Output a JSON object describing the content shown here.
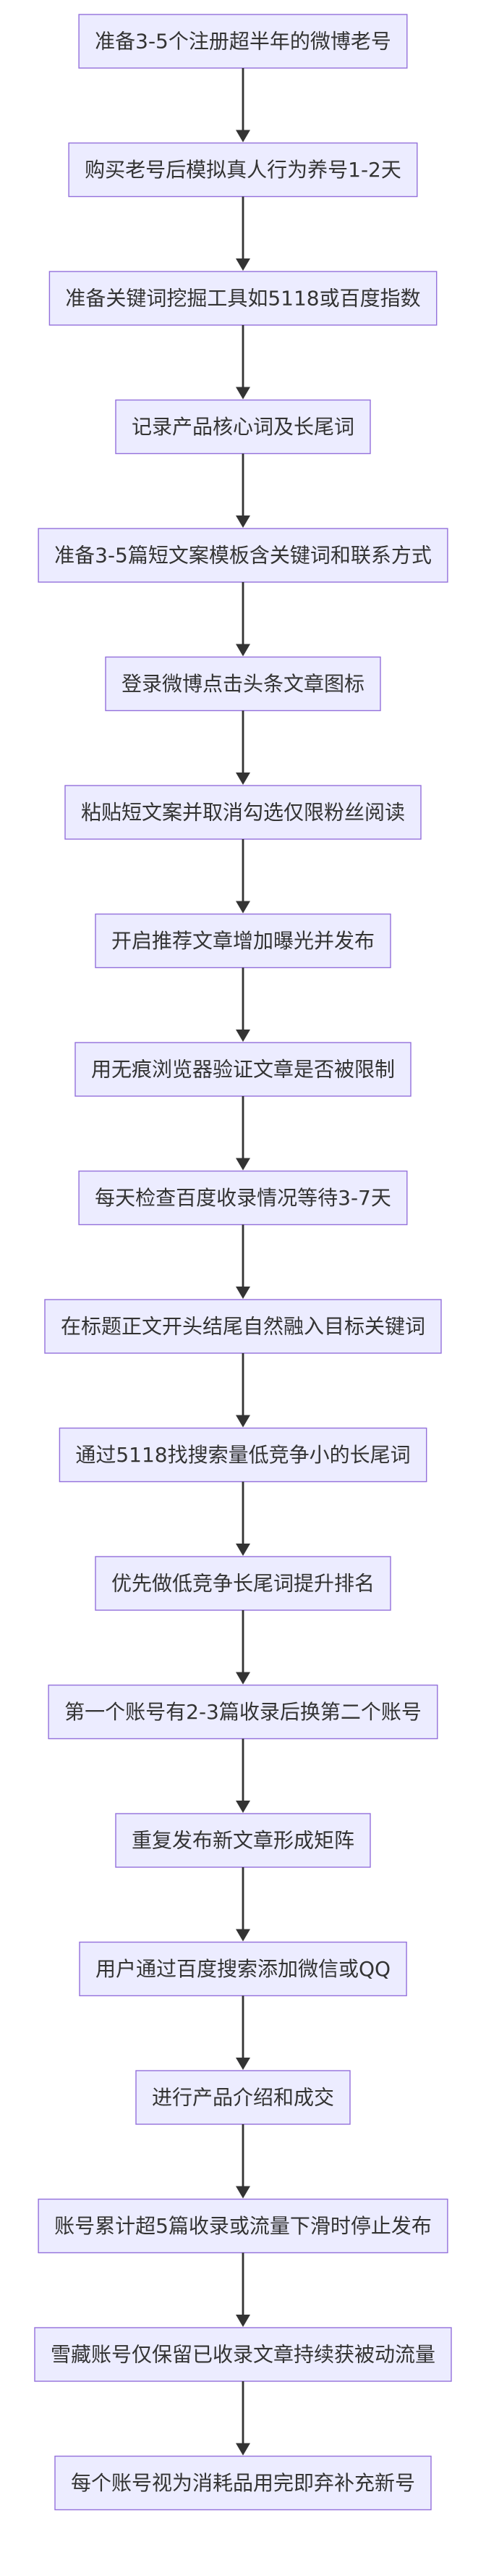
{
  "flowchart": {
    "steps": [
      "准备3-5个注册超半年的微博老号",
      "购买老号后模拟真人行为养号1-2天",
      "准备关键词挖掘工具如5118或百度指数",
      "记录产品核心词及长尾词",
      "准备3-5篇短文案模板含关键词和联系方式",
      "登录微博点击头条文章图标",
      "粘贴短文案并取消勾选仅限粉丝阅读",
      "开启推荐文章增加曝光并发布",
      "用无痕浏览器验证文章是否被限制",
      "每天检查百度收录情况等待3-7天",
      "在标题正文开头结尾自然融入目标关键词",
      "通过5118找搜索量低竞争小的长尾词",
      "优先做低竞争长尾词提升排名",
      "第一个账号有2-3篇收录后换第二个账号",
      "重复发布新文章形成矩阵",
      "用户通过百度搜索添加微信或QQ",
      "进行产品介绍和成交",
      "账号累计超5篇收录或流量下滑时停止发布",
      "雪藏账号仅保留已收录文章持续获被动流量",
      "每个账号视为消耗品用完即弃补充新号"
    ]
  },
  "colors": {
    "node_fill": "#ECECFF",
    "node_stroke": "#9370DB",
    "edge": "#333333",
    "text": "#333333"
  }
}
